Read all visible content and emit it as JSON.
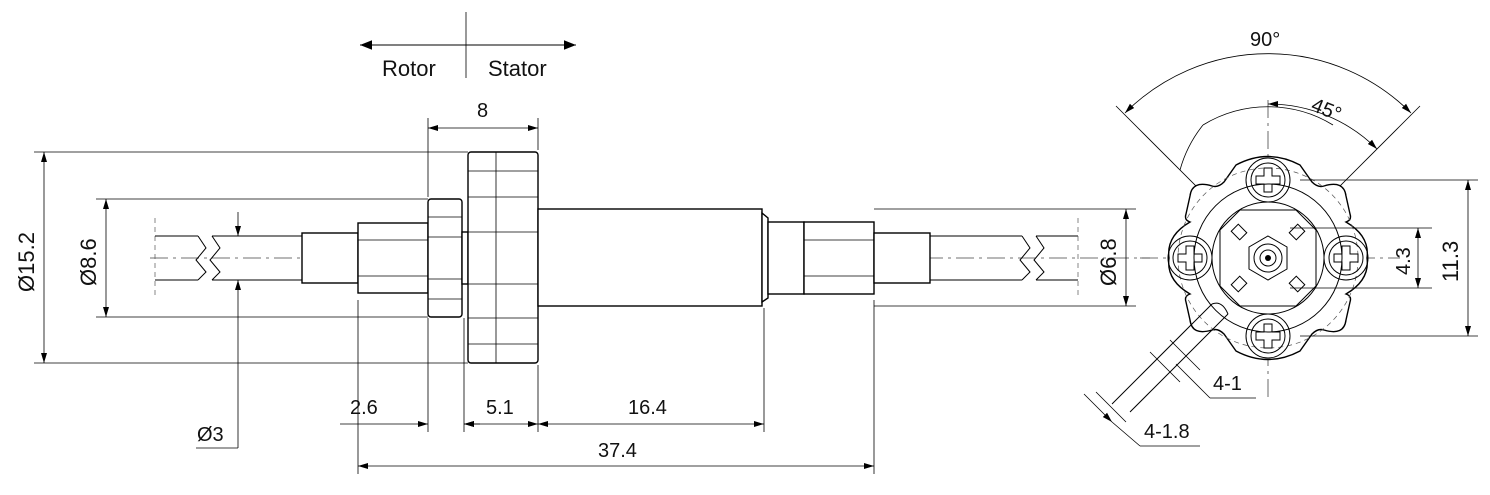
{
  "header": {
    "rotor_label": "Rotor",
    "stator_label": "Stator"
  },
  "dimensions": {
    "flange_width": "8",
    "dia_15_2": "Ø15.2",
    "dia_8_6": "Ø8.6",
    "dia_3": "Ø3",
    "dia_6_8": "Ø6.8",
    "len_2_6": "2.6",
    "len_5_1": "5.1",
    "len_16_4": "16.4",
    "len_37_4": "37.4"
  },
  "end_view": {
    "angle_90": "90°",
    "angle_45": "45°",
    "dim_4_3": "4.3",
    "dim_11_3": "11.3",
    "slot_4_1": "4-1",
    "slot_4_1_8": "4-1.8"
  }
}
